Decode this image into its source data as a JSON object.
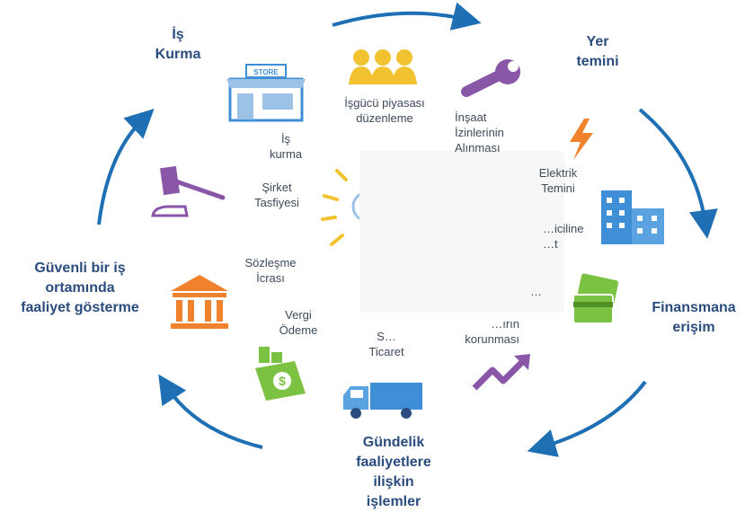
{
  "phases": {
    "is_kurma": [
      "İş",
      "Kurma"
    ],
    "yer_temini": [
      "Yer",
      "temini"
    ],
    "finansmana": [
      "Finansmana",
      "erişim"
    ],
    "gundelik": [
      "Gündelik",
      "faaliyetlere",
      "ilişkin",
      "işlemler"
    ],
    "guvenli": [
      "Güvenli bir iş",
      "ortamında",
      "faaliyet gösterme"
    ]
  },
  "items": {
    "isgucu": [
      "İşgücü piyasası",
      "düzenleme"
    ],
    "insaat": [
      "İnşaat",
      "İzinlerinin",
      "Alınması"
    ],
    "elektrik": [
      "Elektrik",
      "Temini"
    ],
    "mulkiyet": [
      "…iciline",
      "…t"
    ],
    "kredi": [
      "…"
    ],
    "yatirimci": [
      "…ırın",
      "korunması"
    ],
    "ticaret": [
      "S…",
      "Ticaret"
    ],
    "vergi": [
      "Vergi",
      "Ödeme"
    ],
    "sozlesme": [
      "Sözleşme",
      "İcrası"
    ],
    "tasfiye": [
      "Şirket",
      "Tasfiyesi"
    ],
    "is_kurma_item": [
      "İş",
      "kurma"
    ]
  },
  "store_sign": "STORE",
  "colors": {
    "phase_text": "#2b4c7e",
    "arrow": "#1f6fb5",
    "orange": "#f0822d",
    "purple": "#8a57a8",
    "blue": "#3e8fd6",
    "green": "#7cc242",
    "yellow": "#f2c230"
  }
}
